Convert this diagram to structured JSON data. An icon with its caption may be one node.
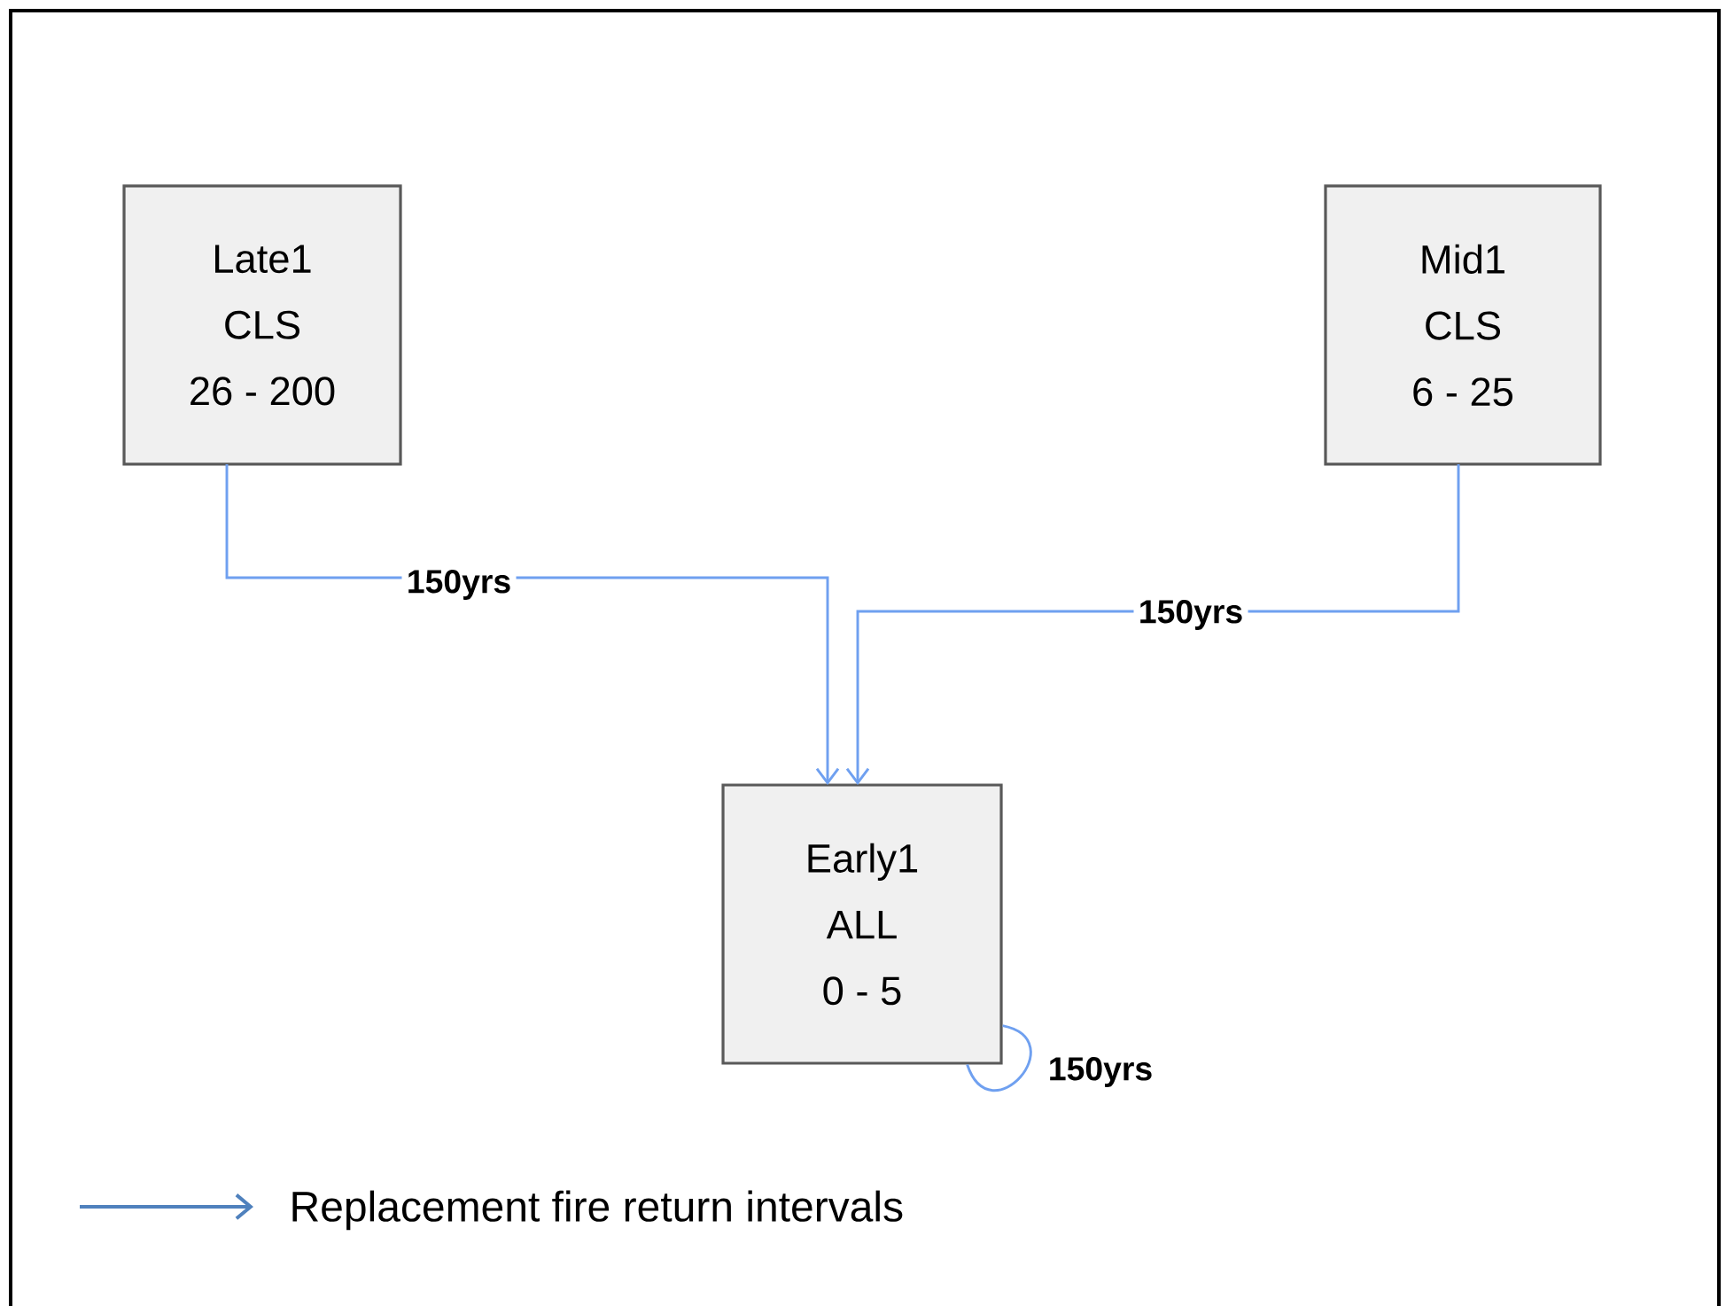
{
  "diagram": {
    "nodes": [
      {
        "text": [
          "Late1",
          "CLS",
          "26 - 200"
        ]
      },
      {
        "text": [
          "Mid1",
          "CLS",
          "6 - 25"
        ]
      },
      {
        "text": [
          "Early1",
          "ALL",
          "0 - 5"
        ]
      }
    ],
    "edges": [
      {
        "from": 0,
        "to": 2,
        "arrow": "to",
        "label": "150yrs"
      },
      {
        "from": 1,
        "to": 2,
        "arrow": "to",
        "label": "150yrs"
      },
      {
        "from": 2,
        "to": 2,
        "arrow": "none",
        "label": "150yrs"
      }
    ],
    "legend": [
      {
        "text": "Replacement fire return intervals"
      }
    ]
  }
}
